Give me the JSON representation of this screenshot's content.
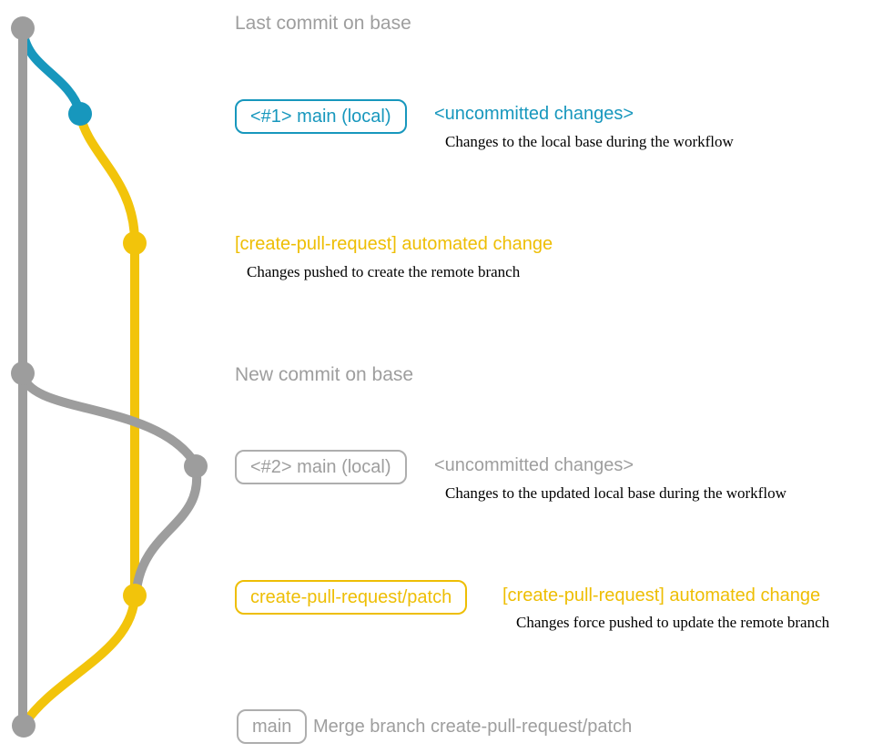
{
  "colors": {
    "base_gray": "#9d9d9d",
    "local_blue": "#1797bd",
    "pr_yellow": "#f2c40b",
    "description_black": "#000000"
  },
  "annotations": {
    "last_commit_on_base": "Last commit on base",
    "new_commit_on_base": "New commit on base",
    "section1": {
      "badge": "<#1> main (local)",
      "tag": "<uncommitted changes>",
      "desc": "Changes to the local base during the workflow"
    },
    "section2": {
      "title": "[create-pull-request] automated change",
      "desc": "Changes pushed to create the remote branch"
    },
    "section3": {
      "badge": "<#2> main (local)",
      "tag": "<uncommitted changes>",
      "desc": "Changes to the updated local base during the workflow"
    },
    "section4": {
      "badge": "create-pull-request/patch",
      "title": "[create-pull-request] automated change",
      "desc": "Changes force pushed to update the remote branch"
    },
    "section5": {
      "badge": "main",
      "title": "Merge branch create-pull-request/patch"
    }
  },
  "graph": {
    "commits": [
      {
        "name": "last-commit-on-base",
        "color": "gray"
      },
      {
        "name": "main-local-1",
        "color": "blue"
      },
      {
        "name": "pr-branch-commit-1",
        "color": "yellow"
      },
      {
        "name": "new-commit-on-base",
        "color": "gray"
      },
      {
        "name": "main-local-2",
        "color": "gray"
      },
      {
        "name": "pr-branch-commit-2",
        "color": "yellow"
      },
      {
        "name": "merge-commit",
        "color": "gray"
      }
    ]
  }
}
